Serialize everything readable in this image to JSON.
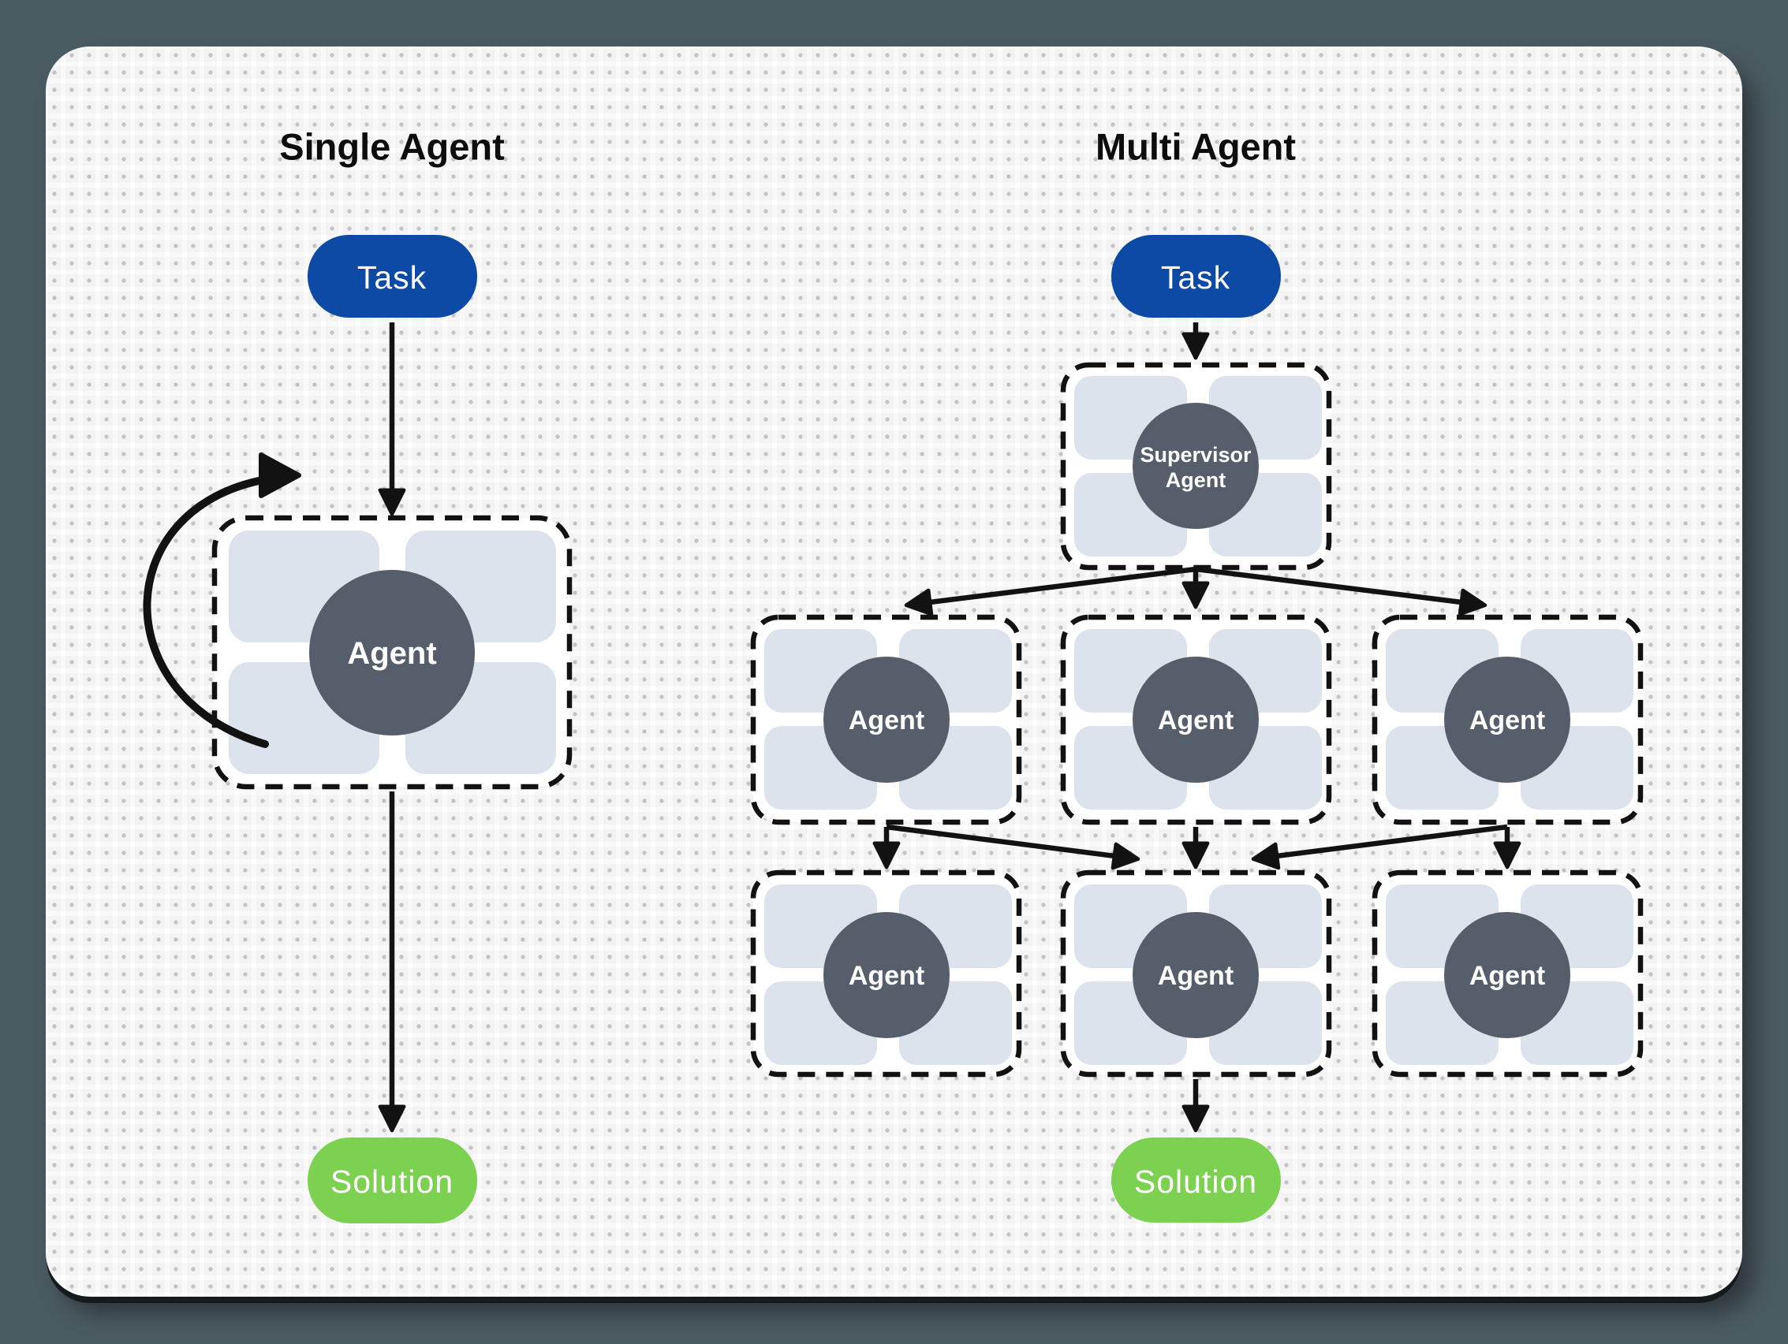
{
  "colors": {
    "page_bg": "#4b5b62",
    "canvas_bg": "#ffffff",
    "task_pill": "#0d4aa6",
    "solution_pill": "#7dd150",
    "module_tile": "#dce3ed",
    "agent_circle": "#565d6b",
    "connector": "#121212",
    "title_text": "#0d0d0d",
    "label_text": "#ffffff"
  },
  "left_diagram": {
    "title": "Single Agent",
    "task_label": "Task",
    "agent_label": "Agent",
    "solution_label": "Solution"
  },
  "right_diagram": {
    "title": "Multi Agent",
    "task_label": "Task",
    "supervisor_label_line1": "Supervisor",
    "supervisor_label_line2": "Agent",
    "worker_row_top": [
      "Agent",
      "Agent",
      "Agent"
    ],
    "worker_row_bottom": [
      "Agent",
      "Agent",
      "Agent"
    ],
    "solution_label": "Solution"
  }
}
